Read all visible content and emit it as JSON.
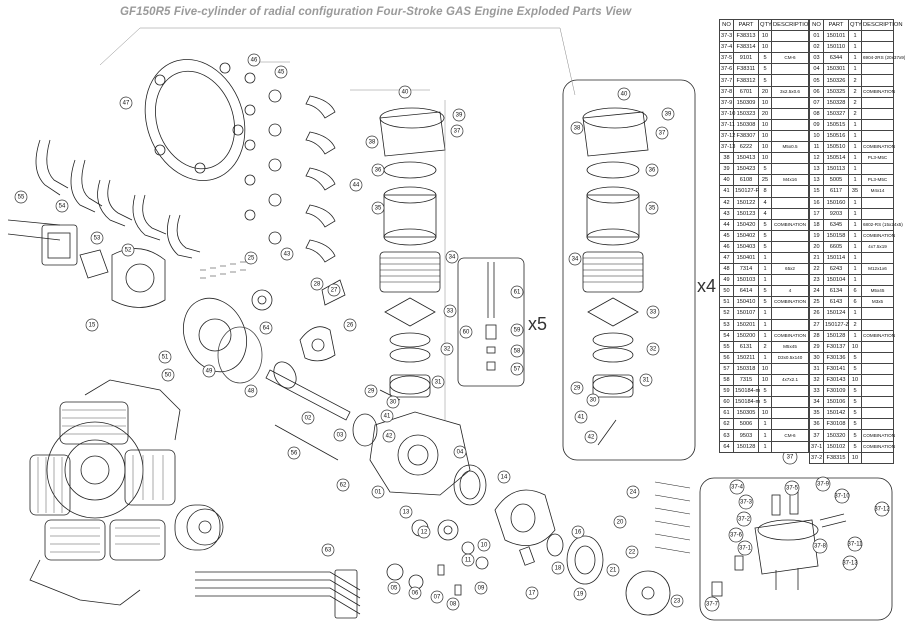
{
  "title": "GF150R5 Five-cylinder of radial configuration Four-Stroke GAS Engine Exploded Parts View",
  "multipliers": {
    "x5": "x5",
    "x4": "x4"
  },
  "table_headers": [
    "NO",
    "PART",
    "QTY",
    "DESCRIPTION"
  ],
  "table_left": [
    [
      "37-3",
      "F38313",
      "10",
      ""
    ],
    [
      "37-4",
      "F38314",
      "10",
      ""
    ],
    [
      "37-5",
      "9101",
      "5",
      "CM-6"
    ],
    [
      "37-6",
      "F38311",
      "5",
      ""
    ],
    [
      "37-7",
      "F38312",
      "5",
      ""
    ],
    [
      "37-8",
      "6701",
      "20",
      "3x2.5x0.6"
    ],
    [
      "37-9",
      "150309",
      "10",
      ""
    ],
    [
      "37-10",
      "150323",
      "20",
      ""
    ],
    [
      "37-11",
      "150308",
      "10",
      ""
    ],
    [
      "37-12",
      "F38307",
      "10",
      ""
    ],
    [
      "37-13",
      "6222",
      "10",
      "M5x0.5"
    ],
    [
      "38",
      "150413",
      "10",
      ""
    ],
    [
      "39",
      "150423",
      "5",
      ""
    ],
    [
      "40",
      "6108",
      "25",
      "M4x16"
    ],
    [
      "41",
      "150127-F",
      "8",
      ""
    ],
    [
      "42",
      "150122",
      "4",
      ""
    ],
    [
      "43",
      "150123",
      "4",
      ""
    ],
    [
      "44",
      "150420",
      "5",
      "COMBINATION"
    ],
    [
      "45",
      "150402",
      "5",
      ""
    ],
    [
      "46",
      "150403",
      "5",
      ""
    ],
    [
      "47",
      "150401",
      "1",
      ""
    ],
    [
      "48",
      "7314",
      "1",
      "65x2"
    ],
    [
      "49",
      "150103",
      "1",
      ""
    ],
    [
      "50",
      "6414",
      "5",
      "4"
    ],
    [
      "51",
      "150410",
      "5",
      "COMBINATION"
    ],
    [
      "52",
      "150107",
      "1",
      ""
    ],
    [
      "53",
      "150201",
      "1",
      ""
    ],
    [
      "54",
      "150200",
      "1",
      "COMBINATION"
    ],
    [
      "55",
      "6131",
      "2",
      "M5x45"
    ],
    [
      "56",
      "150211",
      "1",
      "D3x0.5x140"
    ],
    [
      "57",
      "150318",
      "10",
      ""
    ],
    [
      "58",
      "7315",
      "10",
      "4x7x2.1"
    ],
    [
      "59",
      "150184-m",
      "5",
      ""
    ],
    [
      "60",
      "150184-m",
      "5",
      ""
    ],
    [
      "61",
      "150305",
      "10",
      ""
    ],
    [
      "62",
      "5006",
      "1",
      ""
    ],
    [
      "63",
      "9503",
      "1",
      "CM-6"
    ],
    [
      "64",
      "150128",
      "1",
      ""
    ]
  ],
  "table_right": [
    [
      "01",
      "150101",
      "1",
      ""
    ],
    [
      "02",
      "150110",
      "1",
      ""
    ],
    [
      "03",
      "6344",
      "1",
      "6904-2RS (20x37x9)"
    ],
    [
      "04",
      "150301",
      "1",
      ""
    ],
    [
      "05",
      "150326",
      "2",
      ""
    ],
    [
      "06",
      "150325",
      "2",
      "COMBINATION"
    ],
    [
      "07",
      "150328",
      "2",
      ""
    ],
    [
      "08",
      "150327",
      "2",
      ""
    ],
    [
      "09",
      "150515",
      "1",
      ""
    ],
    [
      "10",
      "150516",
      "1",
      ""
    ],
    [
      "11",
      "150510",
      "1",
      "COMBINATION"
    ],
    [
      "12",
      "150514",
      "1",
      "PL3-M5C"
    ],
    [
      "13",
      "150113",
      "1",
      ""
    ],
    [
      "13",
      "5005",
      "1",
      "PL3-M5C"
    ],
    [
      "15",
      "6117",
      "35",
      "M4x14"
    ],
    [
      "16",
      "150160",
      "1",
      ""
    ],
    [
      "17",
      "9203",
      "1",
      ""
    ],
    [
      "18",
      "6345",
      "1",
      "6802-RS (15x24x5)"
    ],
    [
      "19",
      "150158",
      "1",
      "COMBINATION"
    ],
    [
      "20",
      "6605",
      "1",
      "4x7.5x19"
    ],
    [
      "21",
      "150114",
      "1",
      ""
    ],
    [
      "22",
      "6243",
      "1",
      "M12x1x6"
    ],
    [
      "23",
      "150104",
      "1",
      ""
    ],
    [
      "24",
      "6134",
      "6",
      "M5x45"
    ],
    [
      "25",
      "6143",
      "6",
      "M3x5"
    ],
    [
      "26",
      "150124",
      "1",
      ""
    ],
    [
      "27",
      "150127-Z",
      "2",
      ""
    ],
    [
      "28",
      "150128",
      "1",
      "COMBINATION"
    ],
    [
      "29",
      "F30137",
      "10",
      ""
    ],
    [
      "30",
      "F30136",
      "5",
      ""
    ],
    [
      "31",
      "F30141",
      "5",
      ""
    ],
    [
      "32",
      "F30143",
      "10",
      ""
    ],
    [
      "33",
      "F30109",
      "5",
      ""
    ],
    [
      "34",
      "150106",
      "5",
      ""
    ],
    [
      "35",
      "150142",
      "5",
      ""
    ],
    [
      "36",
      "F30108",
      "5",
      ""
    ],
    [
      "37",
      "150320",
      "5",
      "COMBINATION"
    ],
    [
      "37-1",
      "150102",
      "5",
      "COMBINATION"
    ],
    [
      "37-2",
      "F38315",
      "10",
      ""
    ]
  ],
  "callouts_main": [
    "01",
    "02",
    "03",
    "04",
    "05",
    "06",
    "07",
    "08",
    "09",
    "10",
    "11",
    "12",
    "13",
    "14",
    "15",
    "16",
    "17",
    "18",
    "19",
    "20",
    "21",
    "22",
    "23",
    "24",
    "25",
    "26",
    "27",
    "28",
    "29",
    "30",
    "31",
    "32",
    "33",
    "34",
    "35",
    "36",
    "37",
    "38",
    "39",
    "40",
    "41",
    "42",
    "43",
    "44",
    "45",
    "46",
    "47",
    "48",
    "49",
    "50",
    "51",
    "52",
    "53",
    "54",
    "55",
    "56",
    "57",
    "58",
    "59",
    "60",
    "61",
    "62",
    "63",
    "64"
  ],
  "callouts_valve": [
    "37",
    "37-1",
    "37-2",
    "37-3",
    "37-4",
    "37-5",
    "37-6",
    "37-7",
    "37-8",
    "37-9",
    "37-10",
    "37-11",
    "37-12",
    "37-13"
  ]
}
